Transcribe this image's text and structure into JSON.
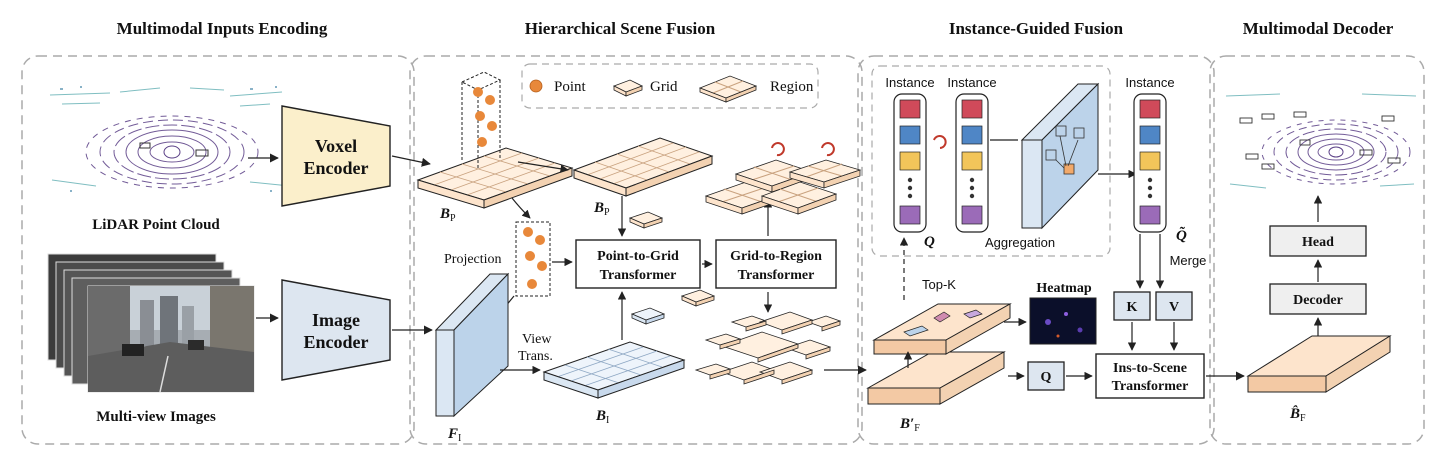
{
  "colors": {
    "voxel_encoder_fill": "#fbefcb",
    "image_encoder_fill": "#dde6f0",
    "grid_fill": "#fde4cc",
    "grid_top": "#fff0e0",
    "grid_stroke": "#c9a27f",
    "blue_grid_top": "#eef4fb",
    "blue_panel": "#bcd3ea",
    "point_color": "#e8883a",
    "box_stroke": "#222222",
    "dash_stroke": "#aaaaaa",
    "token_red": "#d04a5a",
    "token_blue": "#4f86c6",
    "token_yellow": "#f2c55a",
    "token_purple": "#9b6bb8",
    "recurrent_icon": "#c0392b"
  },
  "sections": {
    "inputs": "Multimodal Inputs Encoding",
    "fusion": "Hierarchical Scene Fusion",
    "instance": "Instance-Guided Fusion",
    "decoder": "Multimodal Decoder"
  },
  "inputs": {
    "lidar_label": "LiDAR Point Cloud",
    "images_label": "Multi-view Images",
    "voxel_encoder": [
      "Voxel",
      "Encoder"
    ],
    "image_encoder": [
      "Image",
      "Encoder"
    ]
  },
  "legend": {
    "point": "Point",
    "grid": "Grid",
    "region": "Region"
  },
  "fusion": {
    "projection": "Projection",
    "view_trans": [
      "View",
      "Trans."
    ],
    "p2g": [
      "Point-to-Grid",
      "Transformer"
    ],
    "g2r": [
      "Grid-to-Region",
      "Transformer"
    ]
  },
  "symbols": {
    "b": "B",
    "f": "F",
    "p_sub": "P",
    "i_sub": "I",
    "f_sub": "F",
    "bf_prime": "B′",
    "bf_hat": "B̂",
    "q": "Q",
    "q_tilde": "Q̃"
  },
  "instance": {
    "instance": "Instance",
    "aggregation": "Aggregation",
    "topk": "Top-K",
    "heatmap": "Heatmap",
    "merge": "Merge",
    "k": "K",
    "v": "V",
    "q": "Q",
    "ins2scene": [
      "Ins-to-Scene",
      "Transformer"
    ]
  },
  "decoder": {
    "head": "Head",
    "decoder": "Decoder"
  }
}
